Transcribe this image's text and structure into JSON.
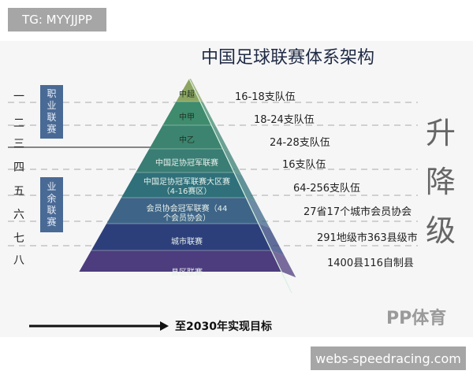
{
  "watermark_tag": "TG: MYYJJPP",
  "site_tag": "webs-speedracing.com",
  "title": "中国足球联赛体系架构",
  "levels": [
    "一",
    "二",
    "三",
    "四",
    "五",
    "六",
    "七",
    "八"
  ],
  "groups": [
    {
      "label": "职业联赛",
      "color": "#4a6a96"
    },
    {
      "label": "业余联赛",
      "color": "#4a6a96"
    }
  ],
  "pyramid": [
    {
      "name": "中超",
      "count": "16-18支队伍",
      "color": "#8da562"
    },
    {
      "name": "中甲",
      "count": "18-24支队伍",
      "color": "#3f8b6e"
    },
    {
      "name": "中乙",
      "count": "24-28支队伍",
      "color": "#3c8470"
    },
    {
      "name": "中国足协冠军联赛",
      "count": "16支队伍",
      "color": "#397d74"
    },
    {
      "name": "中国足协冠军联赛大区赛（4-16赛区）",
      "count": "64-256支队伍",
      "color": "#2f707a"
    },
    {
      "name": "会员协会冠军联赛（44个会员协会）",
      "count": "27省17个城市会员协会",
      "color": "#3e6587"
    },
    {
      "name": "城市联赛",
      "count": "291地级市363县级市",
      "color": "#2d3f7b"
    },
    {
      "name": "县区联赛",
      "count": "1400县116自制县",
      "color": "#4d3c7e"
    }
  ],
  "side_label": [
    "升",
    "降",
    "级"
  ],
  "goal": "至2030年实现目标",
  "logo": "PP体育"
}
